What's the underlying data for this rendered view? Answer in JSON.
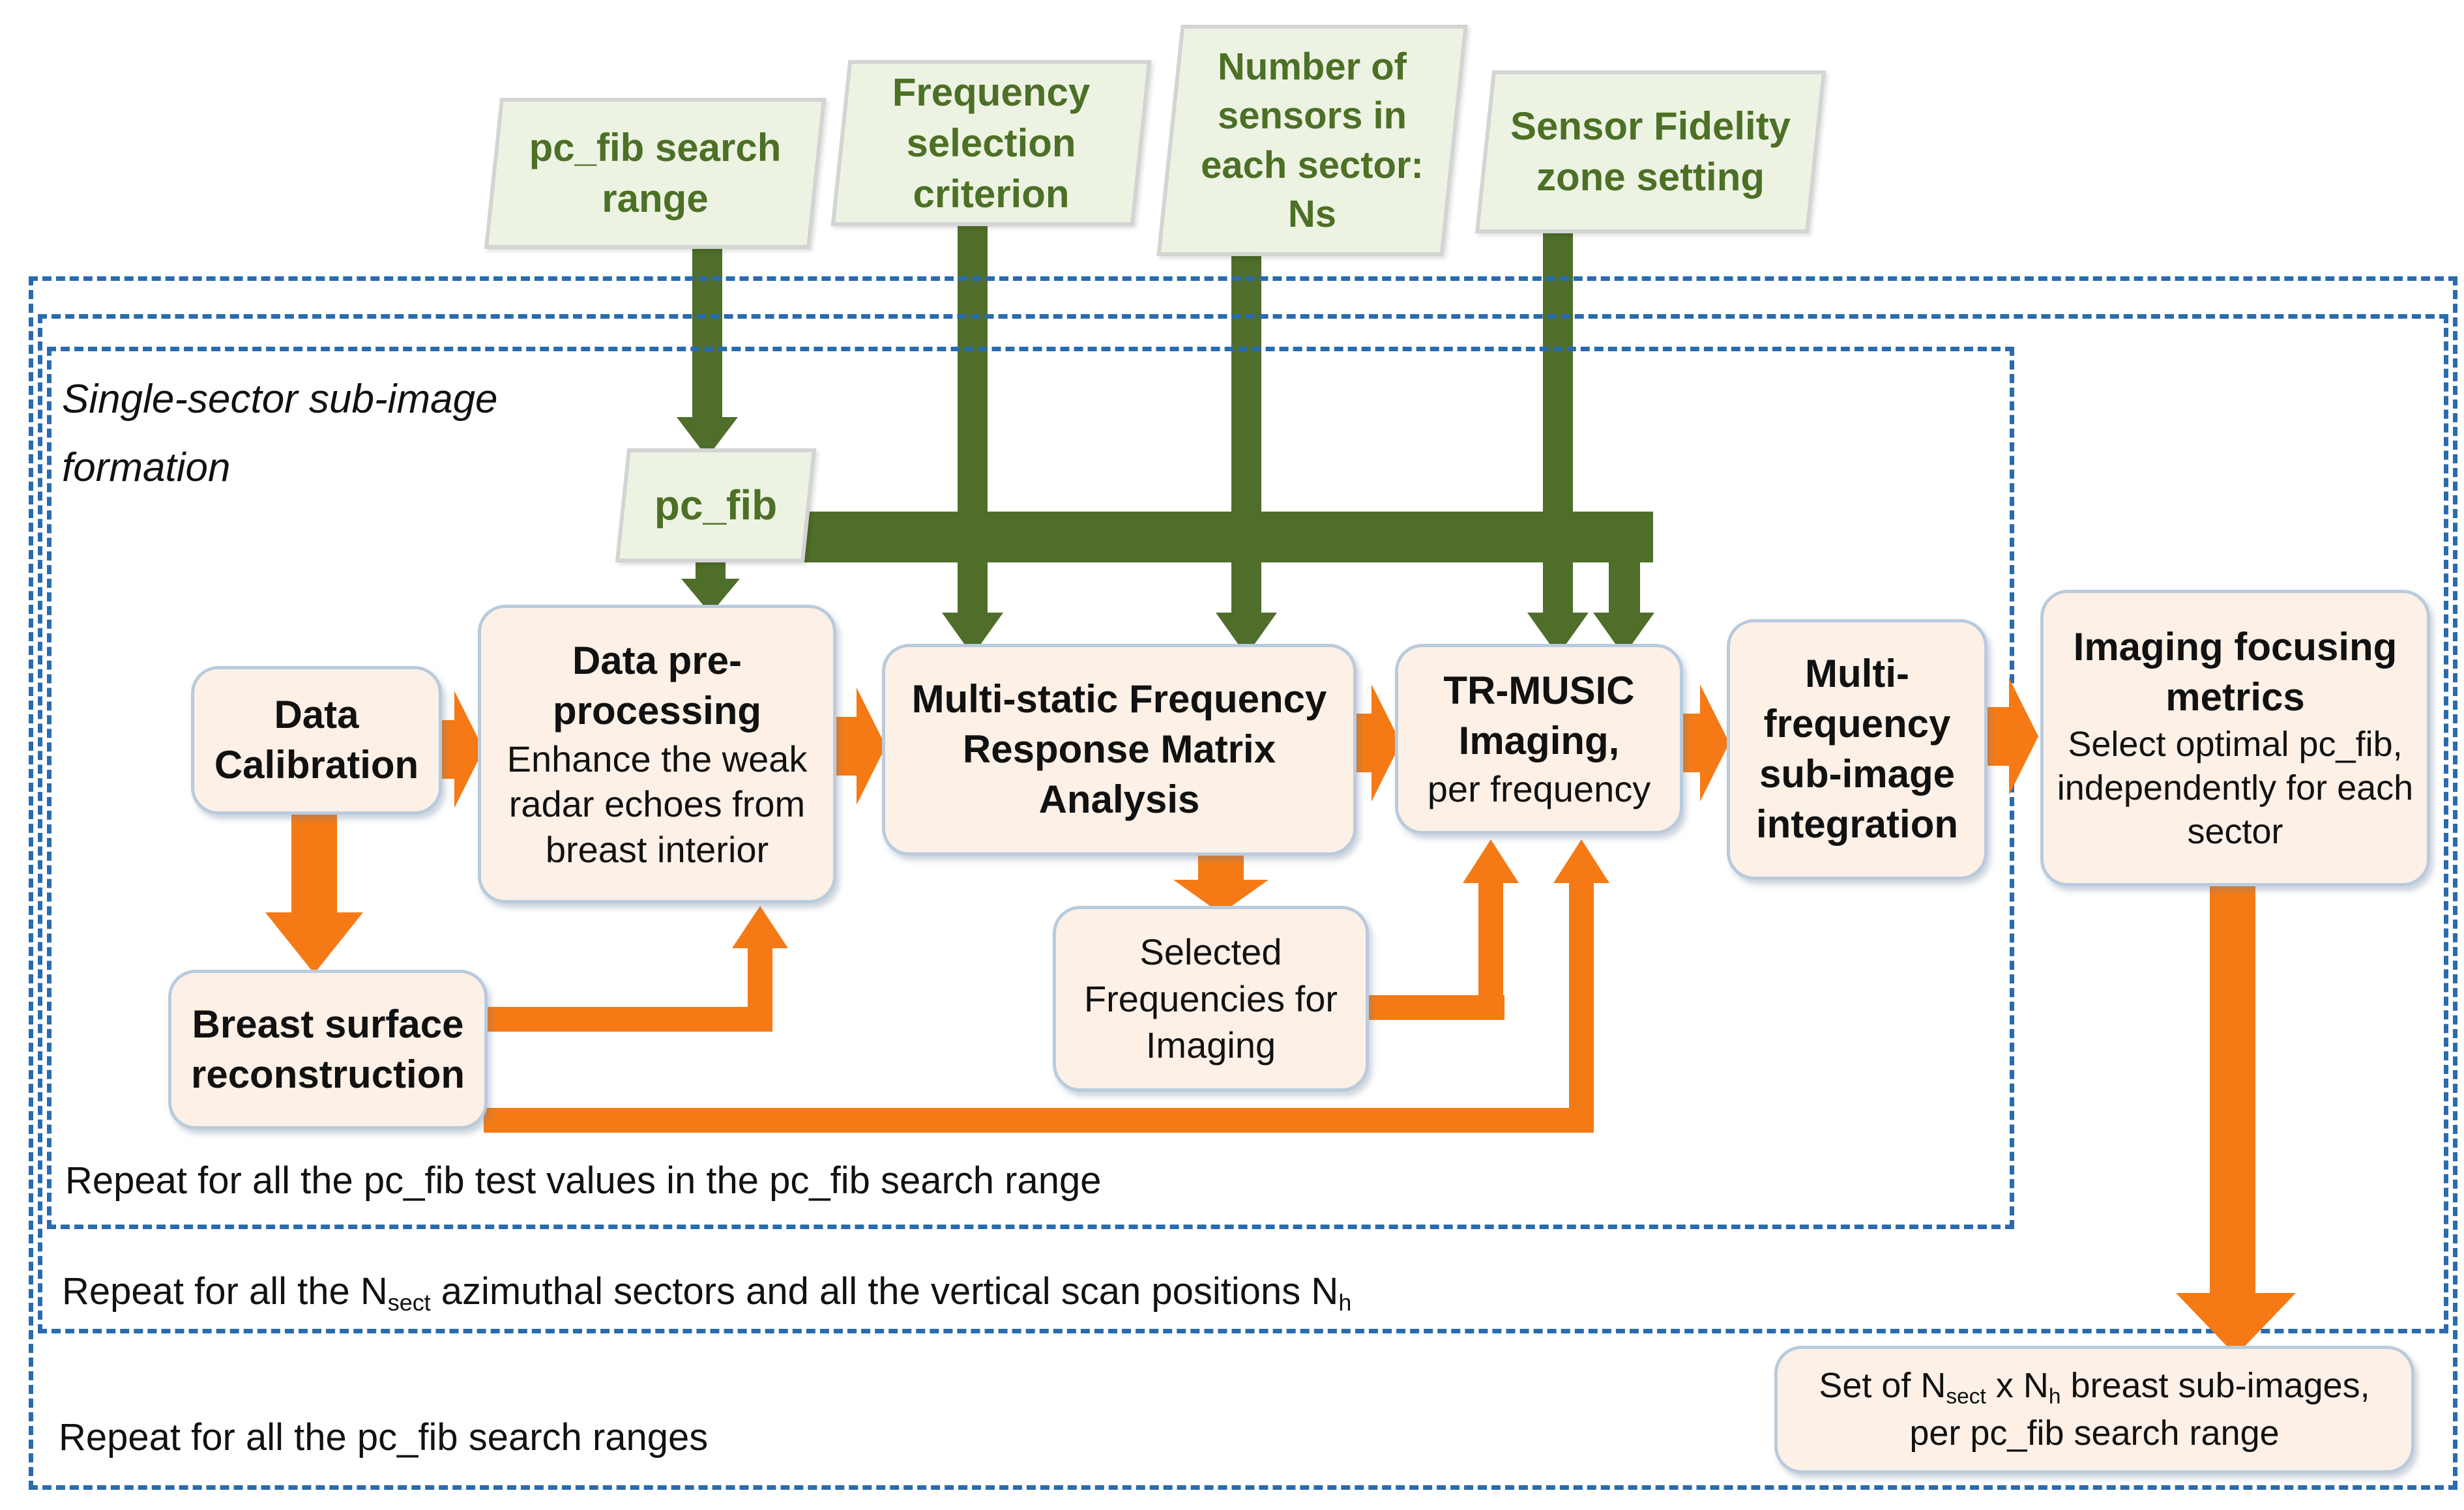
{
  "parallelograms": {
    "pc_fib_search_range": "pc_fib search range",
    "frequency_selection": "Frequency selection criterion",
    "num_sensors": "Number of sensors in each sector: Ns",
    "sensor_fidelity": "Sensor Fidelity zone setting",
    "pc_fib": "pc_fib"
  },
  "boxes": {
    "data_calibration": {
      "title": "Data Calibration"
    },
    "data_preprocessing": {
      "title": "Data pre-processing",
      "subtitle": "Enhance the weak radar echoes from breast interior"
    },
    "multistatic": {
      "title": "Multi-static Frequency Response Matrix Analysis"
    },
    "tr_music": {
      "title": "TR-MUSIC Imaging,",
      "subtitle": "per frequency"
    },
    "multi_frequency": {
      "title": "Multi-frequency sub-image integration"
    },
    "imaging_metrics": {
      "title": "Imaging focusing metrics",
      "subtitle": "Select optimal pc_fib, independently for each sector"
    },
    "breast_surface": {
      "title": "Breast surface reconstruction"
    },
    "selected_frequencies": {
      "title": "Selected Frequencies for Imaging"
    },
    "set_subimages": {
      "pre": "Set of N",
      "sub1": "sect",
      "mid": " x N",
      "sub2": "h",
      "post": "  breast sub-images,",
      "line2": "per pc_fib search range"
    }
  },
  "labels": {
    "single_sector": "Single-sector sub-image formation",
    "repeat_inner": "Repeat for all the pc_fib test values in the pc_fib search range",
    "repeat_middle": {
      "pre": "Repeat for all the N",
      "sub1": "sect",
      "mid": " azimuthal sectors and all the vertical scan positions N",
      "sub2": "h"
    },
    "repeat_outer": "Repeat for all the pc_fib search ranges"
  },
  "colors": {
    "arrow_green": "#4f6e2a",
    "arrow_orange": "#f57a15",
    "dashed_blue": "#2a6bad",
    "box_fill": "#fdf0e6",
    "box_border": "#b9cbdd",
    "input_fill": "#edf3e2",
    "input_text_green": "#4c7026"
  }
}
